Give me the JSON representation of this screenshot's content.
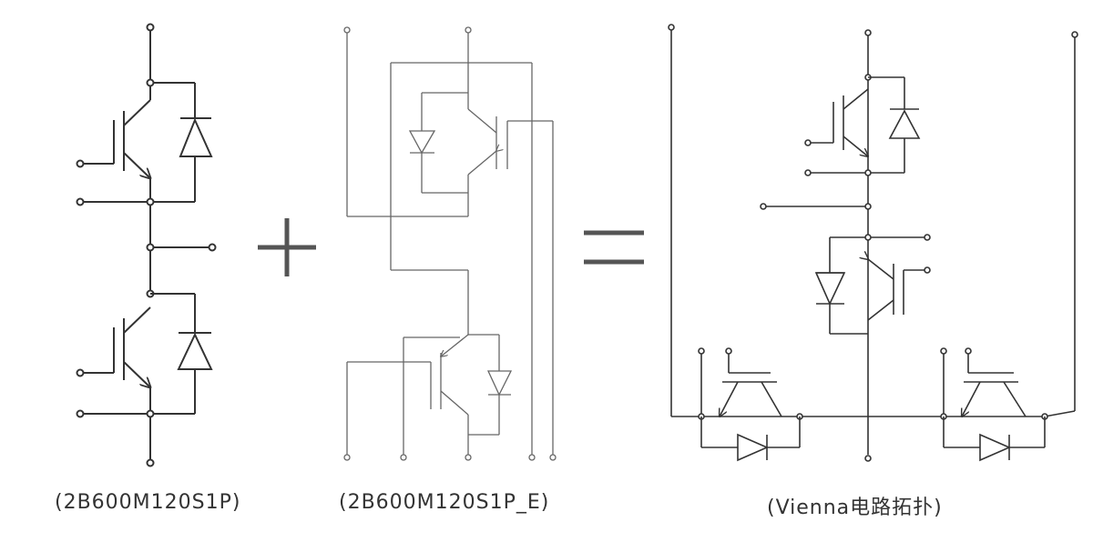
{
  "captions": {
    "left": "(2B600M120S1P)",
    "middle": "(2B600M120S1P_E)",
    "right": "(Vienna电路拓扑)"
  },
  "operators": {
    "plus": "+",
    "equals": "="
  },
  "colors": {
    "line_dark": "#333333",
    "line_light": "#666666",
    "caption": "#333333"
  }
}
